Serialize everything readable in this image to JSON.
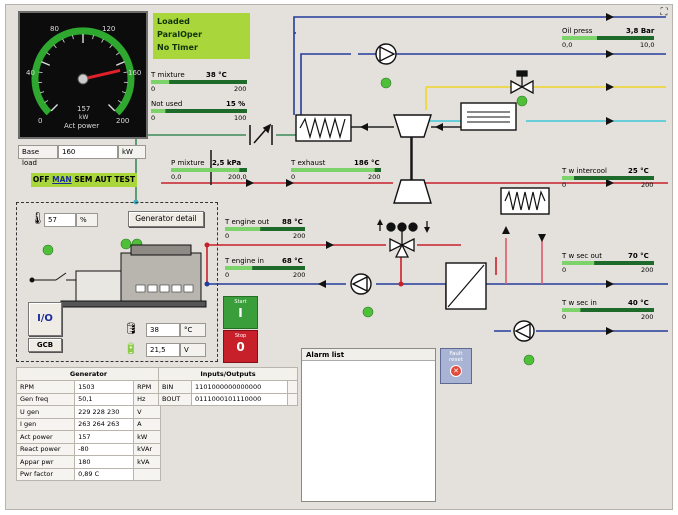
{
  "status": {
    "line1": "Loaded",
    "line2": "ParalOper",
    "line3": "No Timer"
  },
  "gauge": {
    "ticks": [
      "0",
      "40",
      "80",
      "120",
      "160",
      "200"
    ],
    "unit": "kW",
    "value_text": "157",
    "label": "Act power",
    "value": 157,
    "max": 200
  },
  "base_load": {
    "label": "Base load",
    "value": "160",
    "unit": "kW"
  },
  "modes": {
    "off": "OFF",
    "man": "MAN",
    "sem": "SEM",
    "aut": "AUT",
    "test": "TEST"
  },
  "generator_box": {
    "temp_value": "57",
    "temp_unit": "%",
    "detail_button": "Generator detail",
    "io_button": "I/O",
    "gcb_label": "GCB",
    "oil_temp_value": "38",
    "oil_temp_unit": "°C",
    "battery_value": "21,5",
    "battery_unit": "V"
  },
  "ctrl": {
    "start": "Start",
    "start_sym": "I",
    "stop": "Stop",
    "stop_sym": "0"
  },
  "fault_reset": {
    "line1": "Fault",
    "line2": "reset"
  },
  "corner_icon": "expand-icon",
  "bars": {
    "t_mixture": {
      "label": "T mixture",
      "value": "38 °C",
      "min": "0",
      "max": "200",
      "fill": 0.19
    },
    "not_used": {
      "label": "Not used",
      "value": "15 %",
      "min": "0",
      "max": "100",
      "fill": 0.15
    },
    "p_mixture": {
      "label": "P mixture",
      "value": "2,5 kPa",
      "min": "0,0",
      "max": "200,0",
      "fill": 0.9
    },
    "t_exhaust": {
      "label": "T exhaust",
      "value": "186 °C",
      "min": "0",
      "max": "200",
      "fill": 0.93
    },
    "oil_press": {
      "label": "Oil press",
      "value": "3,8 Bar",
      "min": "0,0",
      "max": "10,0",
      "fill": 0.38
    },
    "t_engine_out": {
      "label": "T engine out",
      "value": "88 °C",
      "min": "0",
      "max": "200",
      "fill": 0.44
    },
    "t_engine_in": {
      "label": "T engine in",
      "value": "68 °C",
      "min": "0",
      "max": "200",
      "fill": 0.34
    },
    "t_w_intercool": {
      "label": "T w intercool",
      "value": "25 °C",
      "min": "0",
      "max": "200",
      "fill": 0.13
    },
    "t_w_sec_out": {
      "label": "T w sec out",
      "value": "70 °C",
      "min": "0",
      "max": "200",
      "fill": 0.35
    },
    "t_w_sec_in": {
      "label": "T w sec in",
      "value": "40 °C",
      "min": "0",
      "max": "200",
      "fill": 0.2
    }
  },
  "generator_table": {
    "title": "Generator",
    "rows": [
      {
        "label": "RPM",
        "value": "1503",
        "unit": "RPM"
      },
      {
        "label": "Gen freq",
        "value": "50,1",
        "unit": "Hz"
      },
      {
        "label": "U gen",
        "value": "229 228 230",
        "unit": "V"
      },
      {
        "label": "I gen",
        "value": "263 264 263",
        "unit": "A"
      },
      {
        "label": "Act power",
        "value": "157",
        "unit": "kW"
      },
      {
        "label": "React power",
        "value": "-80",
        "unit": "kVAr"
      },
      {
        "label": "Appar pwr",
        "value": "180",
        "unit": "kVA"
      },
      {
        "label": "Pwr factor",
        "value": "0,89 C",
        "unit": ""
      }
    ]
  },
  "io_table": {
    "title": "Inputs/Outputs",
    "rows": [
      {
        "label": "BIN",
        "value": "1101000000000000"
      },
      {
        "label": "BOUT",
        "value": "0111000101110000"
      }
    ]
  },
  "alarm_list": {
    "title": "Alarm list"
  },
  "colors": {
    "panel": "#e4e1dc",
    "accent_green": "#a9d63a",
    "pipe_red": "#c8202a",
    "pipe_blue": "#243c9c",
    "pipe_yellow": "#f0d628",
    "pipe_cyan": "#3fc8d8",
    "pipe_green": "#3b8a5a",
    "start": "#3a9f3a",
    "stop": "#c8202a"
  }
}
